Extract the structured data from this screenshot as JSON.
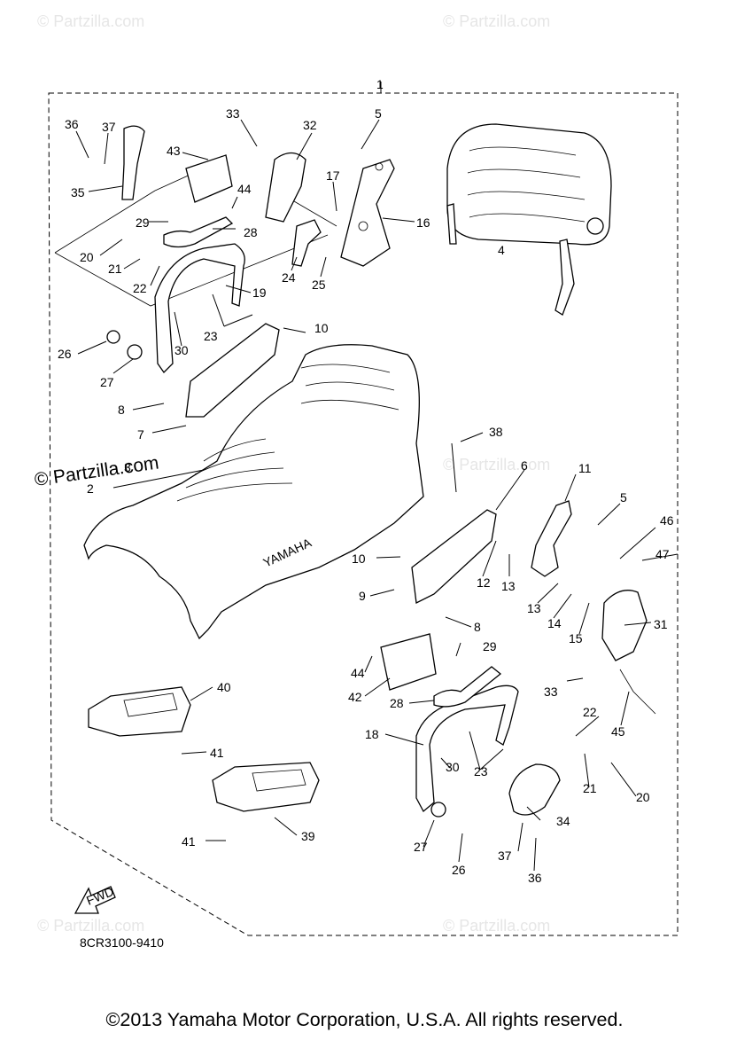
{
  "watermark": "© Partzilla.com",
  "diagram_code": "8CR3100-9410",
  "fwd_label": "FWD",
  "brand_on_seat": "YAMAHA",
  "copyright": "©2013  Yamaha Motor Corporation, U.S.A. All rights reserved.",
  "callouts": [
    "1",
    "2",
    "3",
    "4",
    "5",
    "5",
    "6",
    "7",
    "8",
    "8",
    "9",
    "10",
    "10",
    "11",
    "12",
    "13",
    "13",
    "14",
    "15",
    "16",
    "17",
    "18",
    "19",
    "20",
    "20",
    "21",
    "21",
    "22",
    "22",
    "23",
    "23",
    "24",
    "25",
    "26",
    "26",
    "27",
    "27",
    "28",
    "28",
    "29",
    "29",
    "30",
    "30",
    "31",
    "32",
    "33",
    "33",
    "34",
    "35",
    "36",
    "36",
    "37",
    "37",
    "38",
    "39",
    "40",
    "41",
    "41",
    "42",
    "43",
    "44",
    "44",
    "45",
    "46",
    "47"
  ]
}
